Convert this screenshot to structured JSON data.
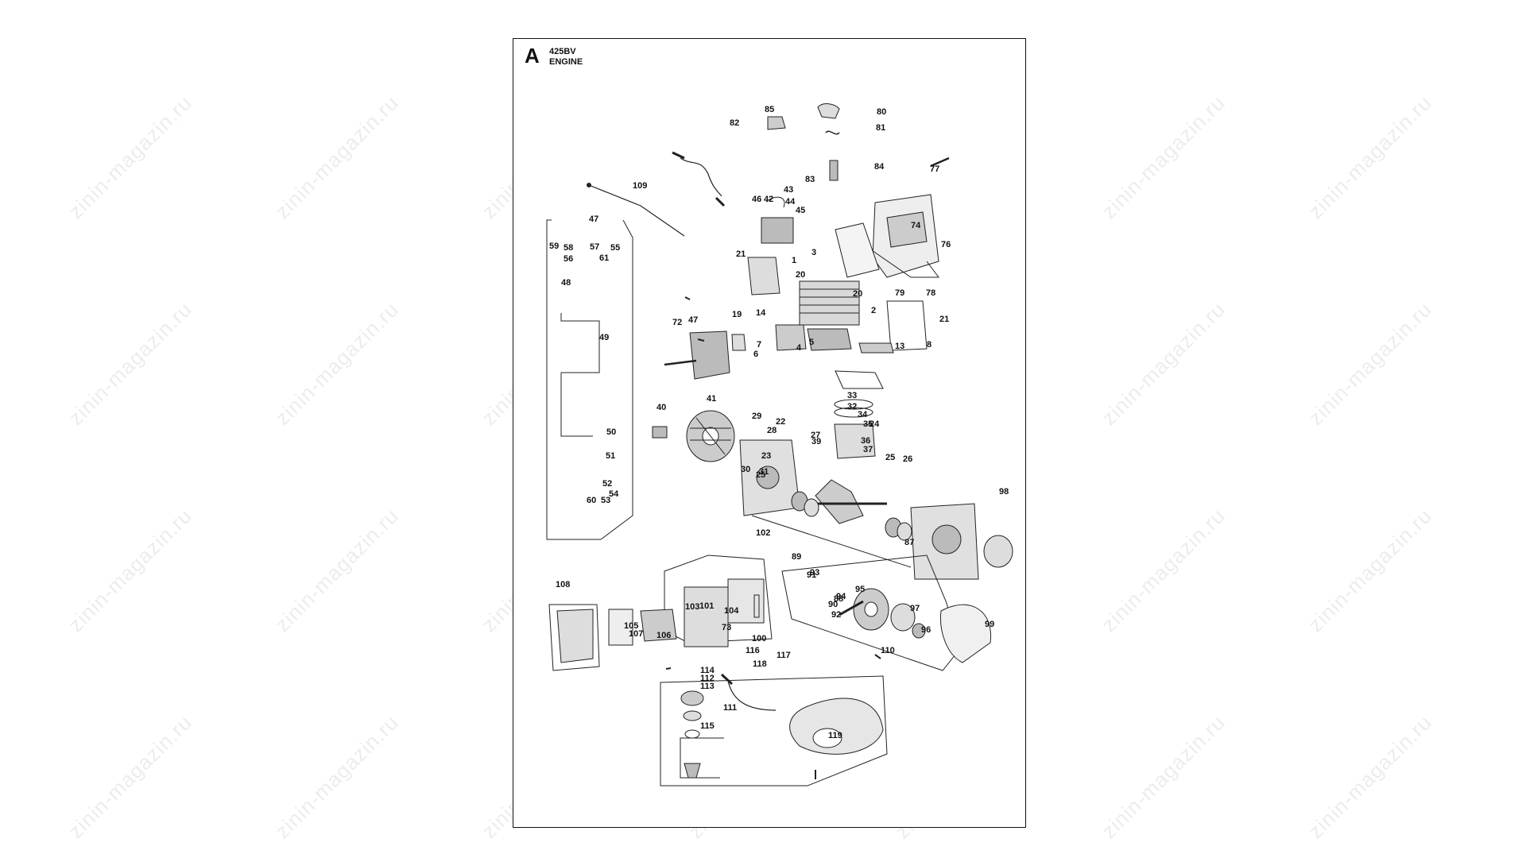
{
  "header": {
    "letter": "A",
    "model": "425BV",
    "title": "ENGINE"
  },
  "watermark_text": "zinin-magazin.ru",
  "callouts": [
    "1",
    "2",
    "3",
    "4",
    "5",
    "6",
    "7",
    "8",
    "13",
    "14",
    "19",
    "20",
    "20",
    "21",
    "21",
    "22",
    "23",
    "24",
    "25",
    "25",
    "26",
    "27",
    "28",
    "29",
    "30",
    "31",
    "32",
    "33",
    "34",
    "35",
    "36",
    "37",
    "39",
    "40",
    "41",
    "42",
    "43",
    "44",
    "45",
    "46",
    "47",
    "47",
    "48",
    "49",
    "50",
    "51",
    "52",
    "53",
    "54",
    "55",
    "56",
    "57",
    "58",
    "59",
    "60",
    "61",
    "72",
    "73",
    "74",
    "76",
    "77",
    "78",
    "79",
    "80",
    "81",
    "82",
    "83",
    "84",
    "85",
    "87",
    "88",
    "89",
    "90",
    "91",
    "92",
    "93",
    "94",
    "95",
    "96",
    "97",
    "98",
    "99",
    "100",
    "101",
    "102",
    "103",
    "104",
    "105",
    "106",
    "107",
    "108",
    "109",
    "110",
    "111",
    "112",
    "113",
    "114",
    "115",
    "116",
    "117",
    "118",
    "119"
  ]
}
